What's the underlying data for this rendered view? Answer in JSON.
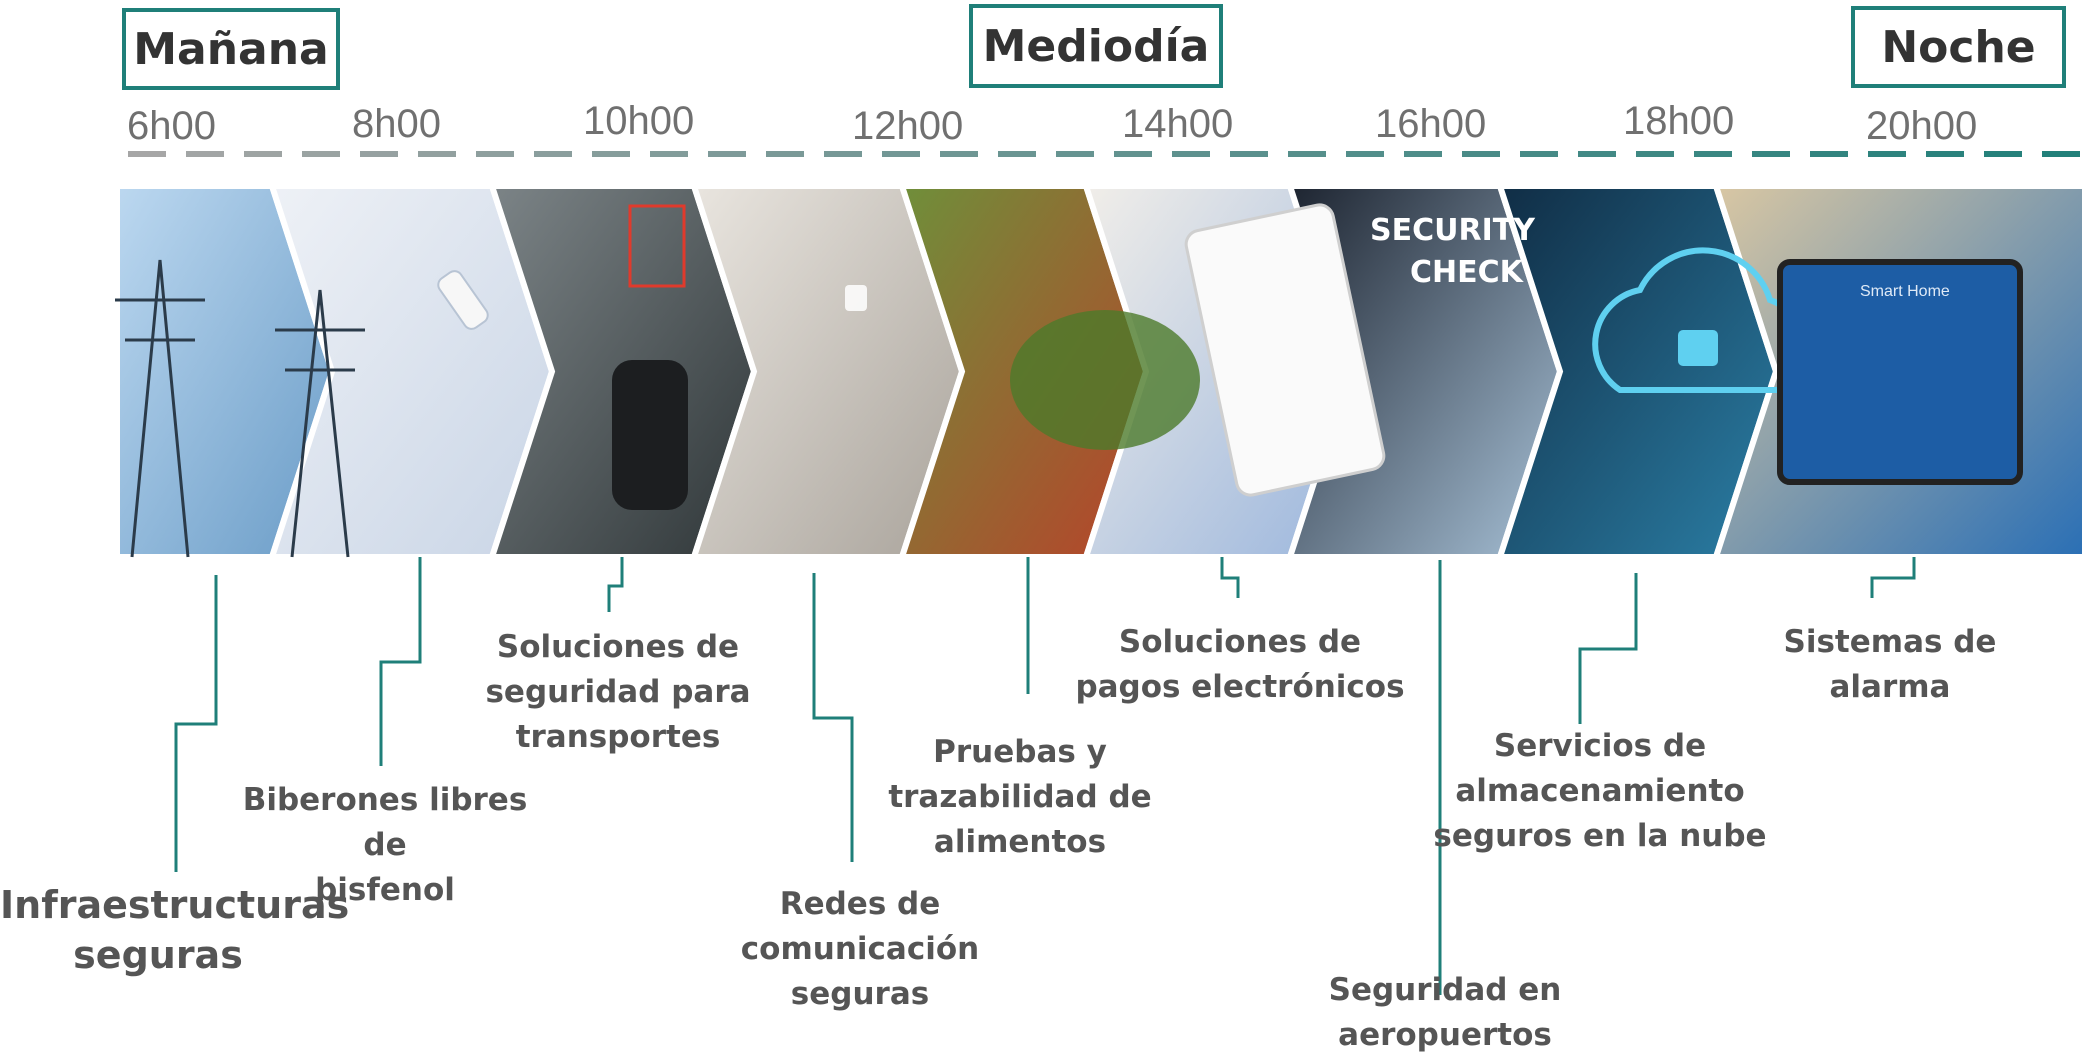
{
  "periods": {
    "morning": "Mañana",
    "midday": "Mediodía",
    "night": "Noche"
  },
  "hours": [
    "6h00",
    "8h00",
    "10h00",
    "12h00",
    "14h00",
    "16h00",
    "18h00",
    "20h00"
  ],
  "photos": [
    {
      "icon": "power-pylon-icon",
      "colors": [
        "#bcd8f0",
        "#6a9cc7"
      ]
    },
    {
      "icon": "baby-bottle-icon",
      "colors": [
        "#eef1f6",
        "#c9d5e6"
      ]
    },
    {
      "icon": "car-radar-icon",
      "colors": [
        "#7c8487",
        "#2f3638"
      ]
    },
    {
      "icon": "laptop-padlock-icon",
      "colors": [
        "#e9e5df",
        "#a9a39b"
      ]
    },
    {
      "icon": "salad-icon",
      "colors": [
        "#6f8f3a",
        "#b8422a"
      ]
    },
    {
      "icon": "online-shop-tablet-icon",
      "colors": [
        "#f1eee9",
        "#9bb6dd"
      ]
    },
    {
      "icon": "security-check-icon",
      "colors": [
        "#1d2430",
        "#a8c2d8"
      ]
    },
    {
      "icon": "cloud-padlock-icon",
      "colors": [
        "#102d45",
        "#2b7fa6"
      ]
    },
    {
      "icon": "smart-home-tablet-icon",
      "colors": [
        "#d9c7a3",
        "#2a6fb5"
      ]
    }
  ],
  "photo_texts": {
    "security_check_line1": "SECURITY",
    "security_check_line2": "CHECK",
    "smart_home": "Smart Home"
  },
  "labels": {
    "infraestructuras": [
      "Infraestructuras",
      "seguras"
    ],
    "biberones": [
      "Biberones libres de",
      "bisfenol"
    ],
    "transportes": [
      "Soluciones de",
      "seguridad para",
      "transportes"
    ],
    "redes": [
      "Redes de",
      "comunicación",
      "seguras"
    ],
    "pruebas": [
      "Pruebas y",
      "trazabilidad de",
      "alimentos"
    ],
    "pagos": [
      "Soluciones de",
      "pagos electrónicos"
    ],
    "aeropuertos": [
      "Seguridad en",
      "aeropuertos"
    ],
    "nube": [
      "Servicios de",
      "almacenamiento",
      "seguros en la nube"
    ],
    "alarma": [
      "Sistemas de",
      "alarma"
    ]
  },
  "colors": {
    "accent": "#1f7f79",
    "label_text": "#555555",
    "hour_text": "#707070",
    "dash_start": "#a6a6a6",
    "dash_end": "#1f7f79"
  }
}
